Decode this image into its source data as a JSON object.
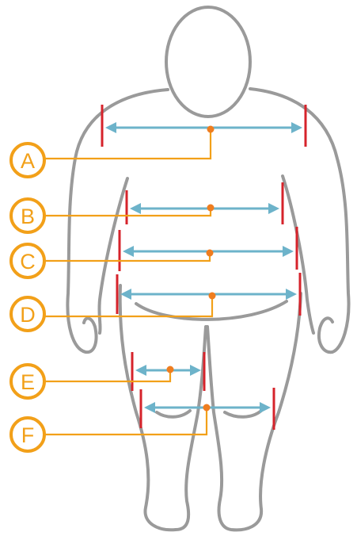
{
  "labels": {
    "a": "A",
    "b": "B",
    "c": "C",
    "d": "D",
    "e": "E",
    "f": "F"
  },
  "colors": {
    "outline": "#9a9a9a",
    "measure": "#6db3ca",
    "tick": "#d6232b",
    "leader": "#f2a019",
    "dot": "#ef7d1f"
  }
}
